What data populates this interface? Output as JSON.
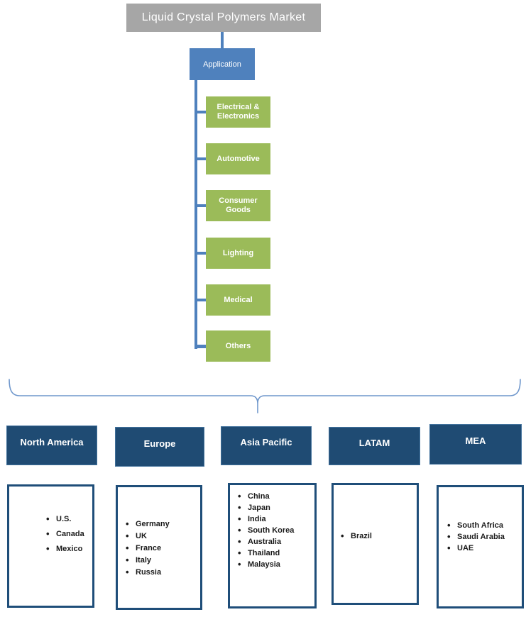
{
  "title": "Liquid Crystal Polymers Market",
  "category": {
    "label": "Application"
  },
  "segments": [
    "Electrical & Electronics",
    "Automotive",
    "Consumer Goods",
    "Lighting",
    "Medical",
    "Others"
  ],
  "regions": [
    {
      "name": "North America",
      "countries": [
        "U.S.",
        "Canada",
        "Mexico"
      ]
    },
    {
      "name": "Europe",
      "countries": [
        "Germany",
        "UK",
        "France",
        "Italy",
        "Russia"
      ]
    },
    {
      "name": "Asia Pacific",
      "countries": [
        "China",
        "Japan",
        "India",
        "South Korea",
        "Australia",
        "Thailand",
        "Malaysia"
      ]
    },
    {
      "name": "LATAM",
      "countries": [
        "Brazil"
      ]
    },
    {
      "name": "MEA",
      "countries": [
        "South Africa",
        "Saudi Arabia",
        "UAE"
      ]
    }
  ],
  "colors": {
    "title_box": "#a6a6a6",
    "category_box": "#4f81bd",
    "segment_box": "#9bbb59",
    "region_header": "#1f4b73",
    "region_border": "#1f4e79",
    "connector": "#4f81bd",
    "brace": "#6f97cc"
  }
}
